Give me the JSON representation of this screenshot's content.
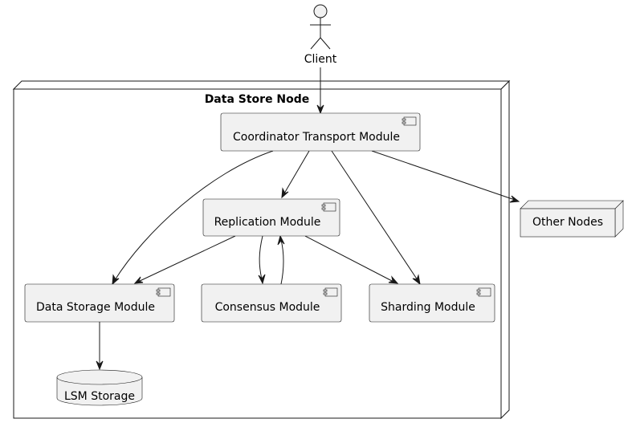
{
  "actor": {
    "label": "Client",
    "icon": "stick-figure"
  },
  "node": {
    "title": "Data Store Node"
  },
  "components": {
    "coordinator": {
      "label": "Coordinator Transport Module",
      "icon": "component-icon"
    },
    "replication": {
      "label": "Replication Module",
      "icon": "component-icon"
    },
    "data_storage": {
      "label": "Data Storage Module",
      "icon": "component-icon"
    },
    "consensus": {
      "label": "Consensus Module",
      "icon": "component-icon"
    },
    "sharding": {
      "label": "Sharding Module",
      "icon": "component-icon"
    }
  },
  "database": {
    "label": "LSM Storage",
    "icon": "cylinder"
  },
  "external_node": {
    "label": "Other Nodes"
  },
  "edges": [
    {
      "from": "Client",
      "to": "Coordinator Transport Module"
    },
    {
      "from": "Coordinator Transport Module",
      "to": "Replication Module"
    },
    {
      "from": "Coordinator Transport Module",
      "to": "Data Storage Module"
    },
    {
      "from": "Coordinator Transport Module",
      "to": "Sharding Module"
    },
    {
      "from": "Coordinator Transport Module",
      "to": "Other Nodes"
    },
    {
      "from": "Replication Module",
      "to": "Data Storage Module"
    },
    {
      "from": "Replication Module",
      "to": "Consensus Module"
    },
    {
      "from": "Consensus Module",
      "to": "Replication Module"
    },
    {
      "from": "Replication Module",
      "to": "Sharding Module"
    },
    {
      "from": "Data Storage Module",
      "to": "LSM Storage"
    }
  ],
  "colors": {
    "box_fill": "#f1f1f1",
    "line": "#181818",
    "background": "#ffffff"
  }
}
